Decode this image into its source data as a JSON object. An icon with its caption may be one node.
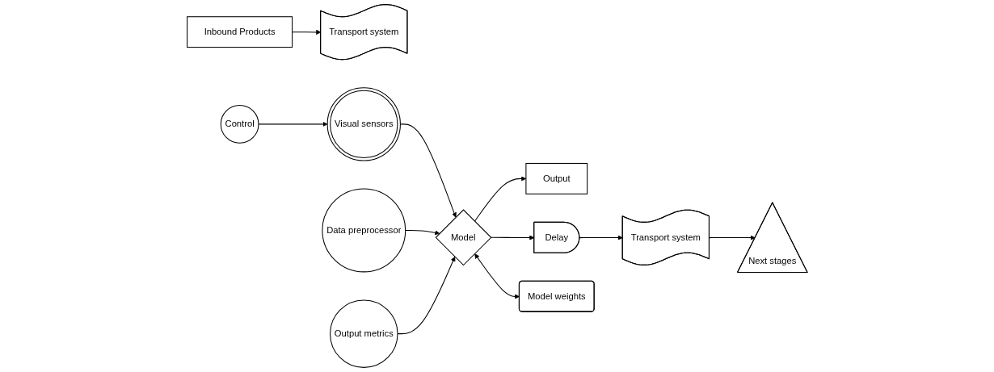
{
  "diagram": {
    "nodes": [
      {
        "text": [
          "Inbound Products"
        ]
      },
      {
        "text": [
          "Transport system"
        ]
      },
      {
        "text": [
          "Visual sensors"
        ]
      },
      {
        "text": [
          "Control"
        ]
      },
      {
        "text": [
          "Output"
        ]
      },
      {
        "text": [
          "Data preprocessor"
        ]
      },
      {
        "text": [
          "Model"
        ]
      },
      {
        "text": [
          "Delay"
        ]
      },
      {
        "text": [
          "Transport system"
        ]
      },
      {
        "text": [
          "Next stages"
        ]
      },
      {
        "text": [
          "Output metrics"
        ]
      },
      {
        "text": [
          "Model weights"
        ]
      }
    ],
    "edges": [
      {
        "from": 0,
        "to": 1,
        "arrow": "to"
      },
      {
        "from": 3,
        "to": 2,
        "arrow": "to"
      },
      {
        "from": 2,
        "to": 6,
        "arrow": "to"
      },
      {
        "from": 5,
        "to": 6,
        "arrow": "to"
      },
      {
        "from": 10,
        "to": 6,
        "arrow": "to"
      },
      {
        "from": 6,
        "to": 4,
        "arrow": "to"
      },
      {
        "from": 6,
        "to": 7,
        "arrow": "to"
      },
      {
        "from": 7,
        "to": 8,
        "arrow": "to"
      },
      {
        "from": 8,
        "to": 9,
        "arrow": "to"
      },
      {
        "from": 6,
        "to": 11,
        "arrow": "both"
      }
    ]
  }
}
